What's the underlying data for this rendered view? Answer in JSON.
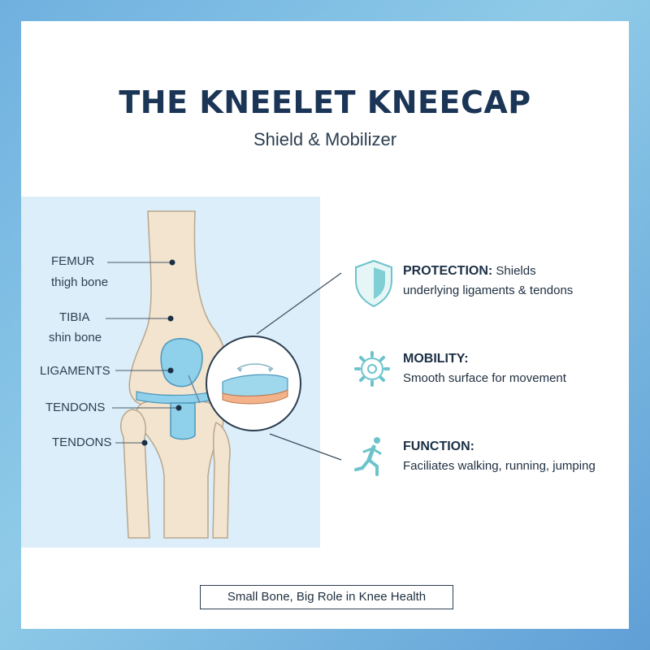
{
  "header": {
    "title": "THE KNEELET KNEECAP",
    "subtitle": "Shield & Mobilizer"
  },
  "labels": {
    "femur": "FEMUR",
    "femur_sub": "thigh bone",
    "tibia": "TIBIA",
    "tibia_sub": "shin bone",
    "ligaments": "LIGAMENTS",
    "tendons_1": "TENDONS",
    "tendons_2": "TENDONS"
  },
  "features": [
    {
      "heading": "PROTECTION:",
      "text_inline": "Shields",
      "text": "underlying ligaments & tendons",
      "icon": "shield-icon"
    },
    {
      "heading": "MOBILITY:",
      "text": "Smooth surface for movement",
      "icon": "gear-icon"
    },
    {
      "heading": "FUNCTION:",
      "text": "Faciliates walking, running, jumping",
      "icon": "running-person-icon"
    }
  ],
  "footer": {
    "caption": "Small Bone, Big Role in Knee Health"
  },
  "colors": {
    "title": "#1b3556",
    "bone": "#f2e4cf",
    "bone_outline": "#b9a68c",
    "cartilage": "#8fd0ea",
    "accent_teal": "#6cc3cc",
    "panel_bg": "#dceef9"
  }
}
